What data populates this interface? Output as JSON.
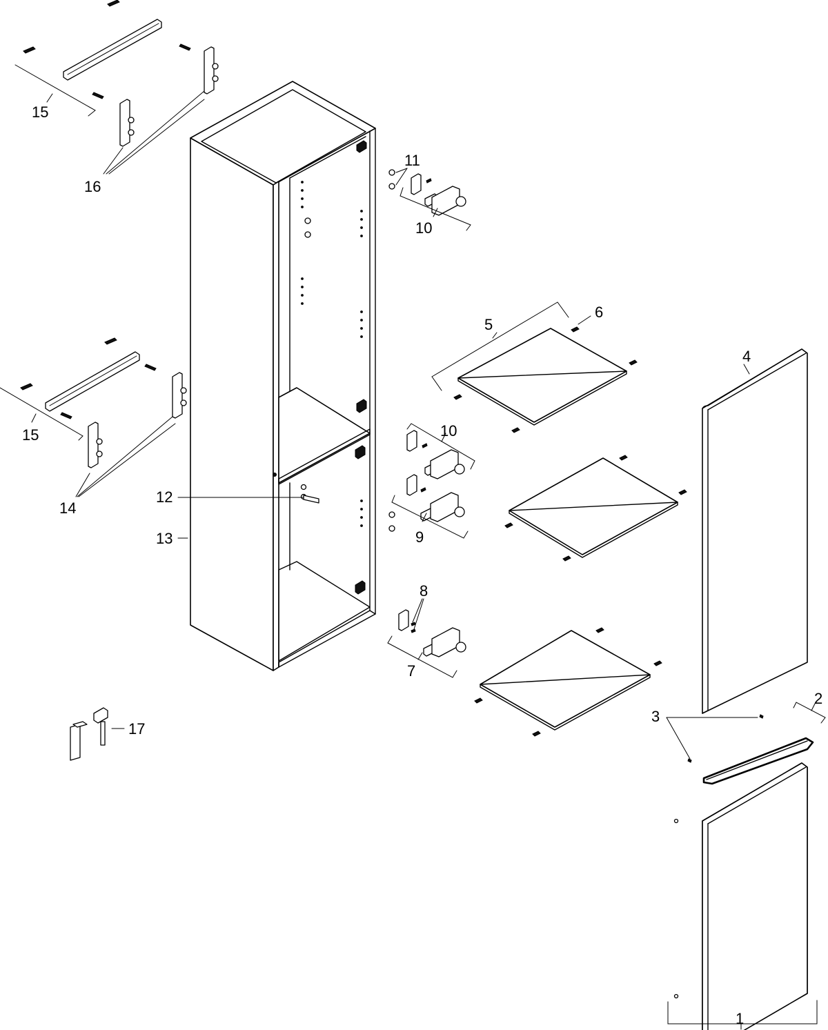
{
  "callouts": {
    "c1": "1",
    "c2": "2",
    "c3": "3",
    "c4": "4",
    "c5": "5",
    "c6": "6",
    "c7": "7",
    "c8": "8",
    "c9": "9",
    "c10a": "10",
    "c10b": "10",
    "c11": "11",
    "c12": "12",
    "c13": "13",
    "c14": "14",
    "c15a": "15",
    "c15b": "15",
    "c16": "16",
    "c17": "17"
  }
}
